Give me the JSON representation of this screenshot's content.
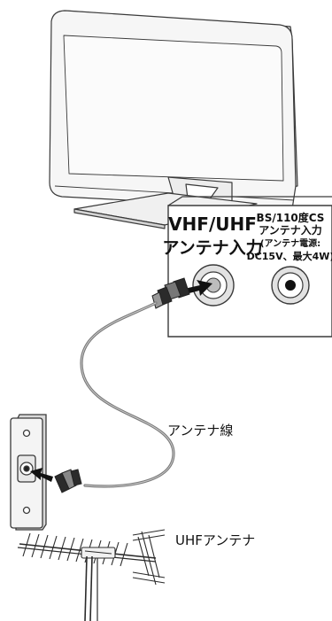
{
  "panel": {
    "vhf_line1": "VHF/UHF",
    "vhf_line2": "アンテナ入力",
    "bs_line1": "BS/110度CS",
    "bs_line2": "アンテナ入力",
    "bs_line3": "(アンテナ電源:",
    "bs_line4": "DC15V、最大4W)"
  },
  "labels": {
    "cable": "アンテナ線",
    "antenna": "UHFアンテナ"
  },
  "colors": {
    "line": "#3a3a3a",
    "body_light": "#f4f4f4",
    "shadow": "#cfcfcf",
    "connector_dark": "#222222",
    "cable": "#7a7a7a"
  },
  "icons": [
    "tv-icon",
    "wall-outlet-icon",
    "uhf-antenna-icon",
    "coax-connector-icon",
    "arrow-icon"
  ]
}
